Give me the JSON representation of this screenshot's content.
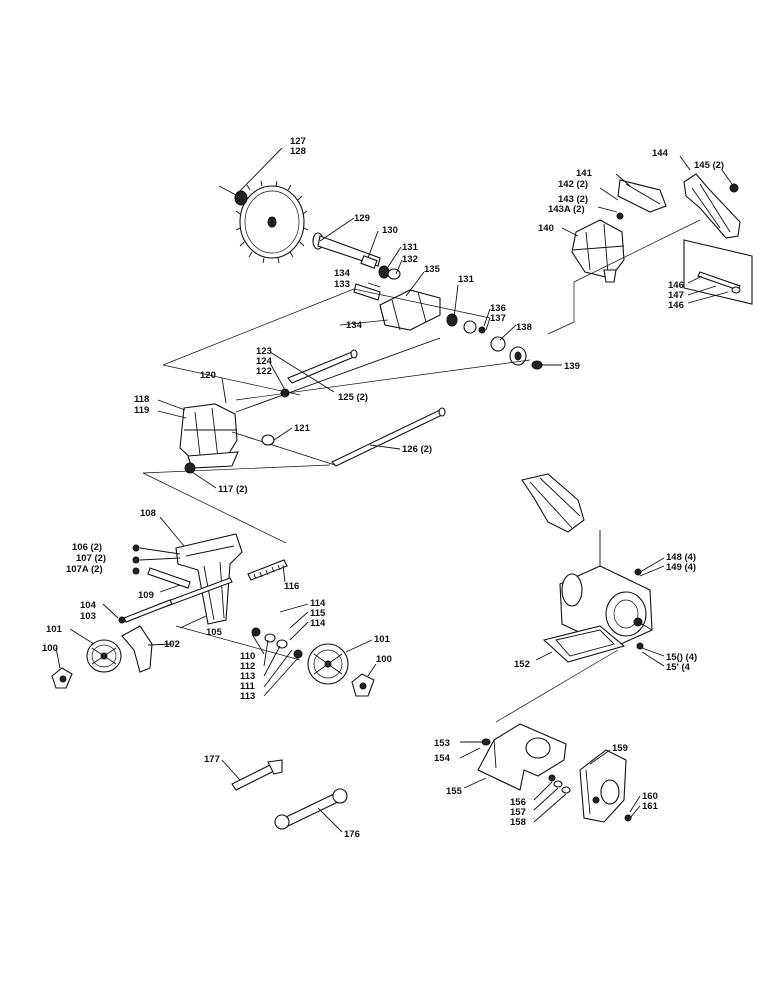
{
  "labels": {
    "l127": "127",
    "l128": "128",
    "l129": "129",
    "l130": "130",
    "l131a": "131",
    "l132": "132",
    "l134": "134",
    "l133": "133",
    "l135": "135",
    "l131b": "131",
    "l136": "136",
    "l137": "137",
    "l134b": "134",
    "l138": "138",
    "l139": "139",
    "l123": "123",
    "l124": "124",
    "l122": "122",
    "l120": "120",
    "l125": "125 (2)",
    "l118": "118",
    "l119": "119",
    "l121": "121",
    "l126": "126 (2)",
    "l117": "117 (2)",
    "l144": "144",
    "l145": "145 (2)",
    "l141": "141",
    "l142": "142 (2)",
    "l143": "143 (2)",
    "l143a": "143A (2)",
    "l140": "140",
    "l146a": "146",
    "l147": "147",
    "l146b": "146",
    "l108": "108",
    "l106": "106 (2)",
    "l107": "107 (2)",
    "l107a": "107A (2)",
    "l116": "116",
    "l109": "109",
    "l104": "104",
    "l103": "103",
    "l105": "105",
    "l101a": "101",
    "l102": "102",
    "l100a": "100",
    "l114a": "114",
    "l115": "115",
    "l114b": "114",
    "l110": "110",
    "l112": "112",
    "l113a": "113",
    "l111": "111",
    "l113b": "113",
    "l101b": "101",
    "l100b": "100",
    "l148": "148 (4)",
    "l149": "149 (4)",
    "l152": "152",
    "l150": "15() (4)",
    "l151": "15' (4",
    "l153": "153",
    "l154": "154",
    "l155": "155",
    "l156": "156",
    "l157": "157",
    "l158": "158",
    "l159": "159",
    "l160": "160",
    "l161": "161",
    "l177": "177",
    "l176": "176"
  }
}
